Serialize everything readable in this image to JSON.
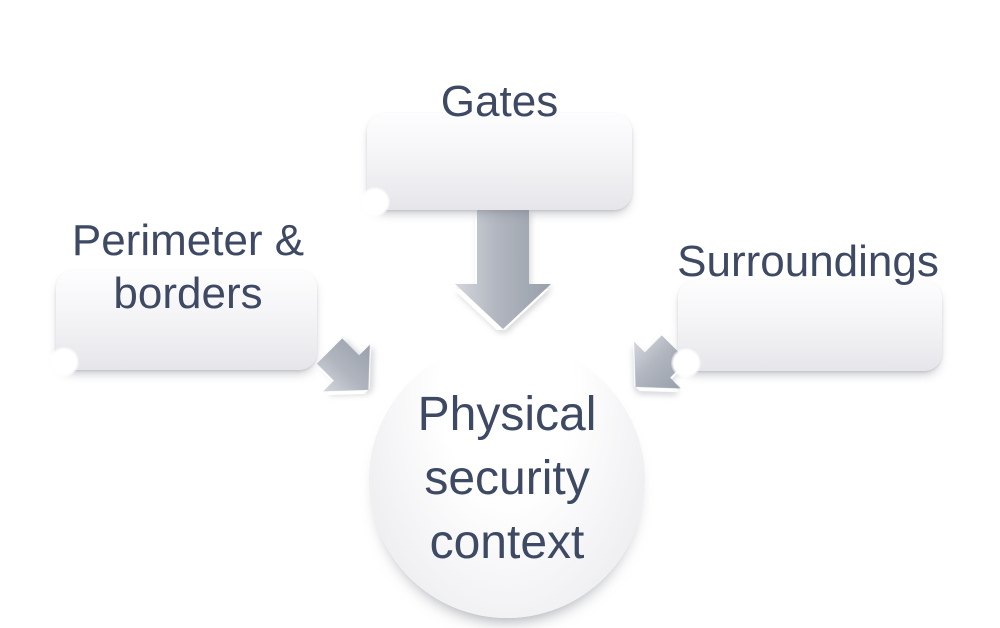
{
  "diagram": {
    "background": "#ffffff",
    "center_node": {
      "label": "Physical security context",
      "lines": [
        "Physical",
        "security",
        "context"
      ]
    },
    "source_nodes": [
      {
        "id": "gates",
        "label": "Gates",
        "lines": [
          "Gates"
        ]
      },
      {
        "id": "perimeter",
        "label": "Perimeter & borders",
        "lines": [
          "Perimeter &",
          "borders"
        ]
      },
      {
        "id": "surroundings",
        "label": "Surroundings",
        "lines": [
          "Surroundings"
        ]
      }
    ],
    "edges": [
      {
        "from": "Gates",
        "to": "Physical security context",
        "direction": "down"
      },
      {
        "from": "Perimeter & borders",
        "to": "Physical security context",
        "direction": "down-right"
      },
      {
        "from": "Surroundings",
        "to": "Physical security context",
        "direction": "down-left"
      }
    ],
    "colors": {
      "text": "#3e4a64",
      "box_gradient_top": "#fdfdfe",
      "box_gradient_bottom": "#e9e9ed",
      "arrow_light": "#d4d7dc",
      "arrow_mid": "#b0b5be",
      "arrow_dark": "#99a0ab",
      "arrow_bevel": "#ffffff"
    }
  }
}
